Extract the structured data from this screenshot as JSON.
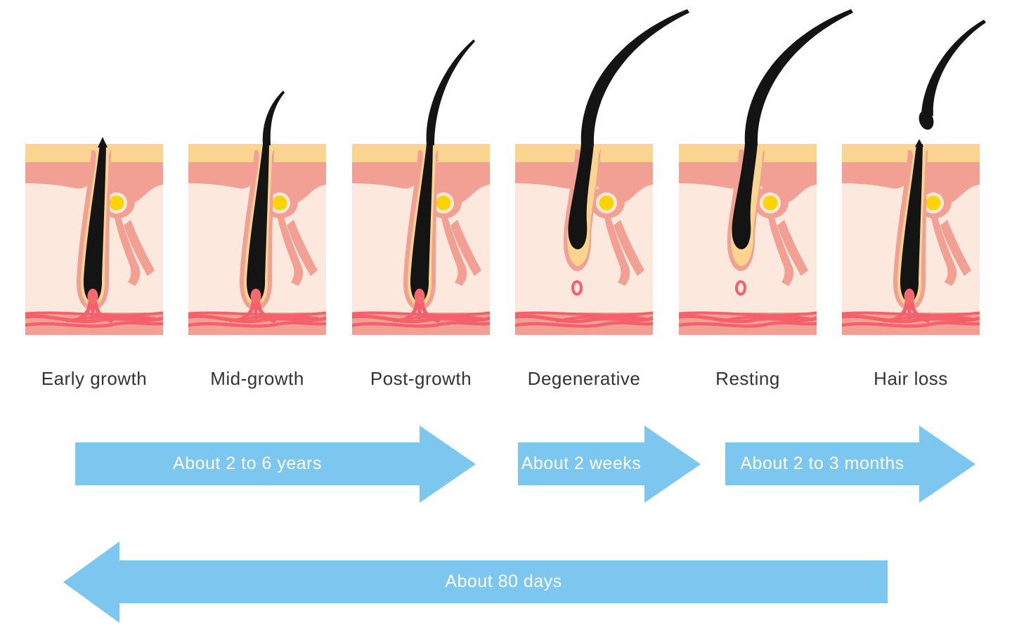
{
  "diagram": {
    "subject": "hair-growth-cycle"
  },
  "stages": [
    {
      "label": "Early growth",
      "variant": "anagen-start"
    },
    {
      "label": "Mid-growth",
      "variant": "anagen-mid"
    },
    {
      "label": "Post-growth",
      "variant": "anagen-late"
    },
    {
      "label": "Degenerative",
      "variant": "catagen"
    },
    {
      "label": "Resting",
      "variant": "telogen"
    },
    {
      "label": "Hair loss",
      "variant": "shedding"
    }
  ],
  "timeline_arrows": [
    {
      "label": "About 2 to 6 years",
      "direction": "right"
    },
    {
      "label": "About 2 weeks",
      "direction": "right"
    },
    {
      "label": "About 2 to 3 months",
      "direction": "right"
    },
    {
      "label": "About 80 days",
      "direction": "left"
    }
  ],
  "colors": {
    "arrow_blue": "#7CC7F0",
    "epidermis": "#FBD48F",
    "dermis": "#F2A093",
    "skin_light": "#FCE8DC",
    "vessel": "#F4616B",
    "gland": "#FCD303",
    "papilla": "#F5696F",
    "hair": "#141414",
    "text_dark": "#333333",
    "text_white": "#FFFFFF"
  }
}
